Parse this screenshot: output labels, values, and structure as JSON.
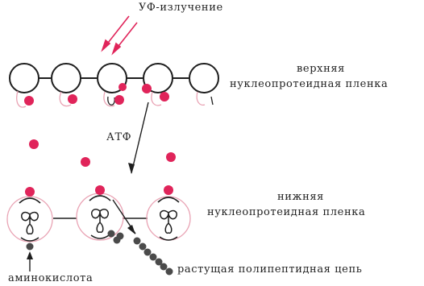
{
  "labels": {
    "uv": "УФ-излучение",
    "upper_1": "верхняя",
    "upper_2": "нуклеопротеидная пленка",
    "atp": "АТФ",
    "lower_1": "нижняя",
    "lower_2": "нуклеопротеидная пленка",
    "amino": "аминокислота",
    "chain": "растущая полипептидная цепь"
  },
  "colors": {
    "line": "#1e1e1e",
    "dot": "#e0245a",
    "arrow_uv": "#e0245a",
    "ring": "#e9a3b4",
    "chain": "#4a4a4a"
  }
}
